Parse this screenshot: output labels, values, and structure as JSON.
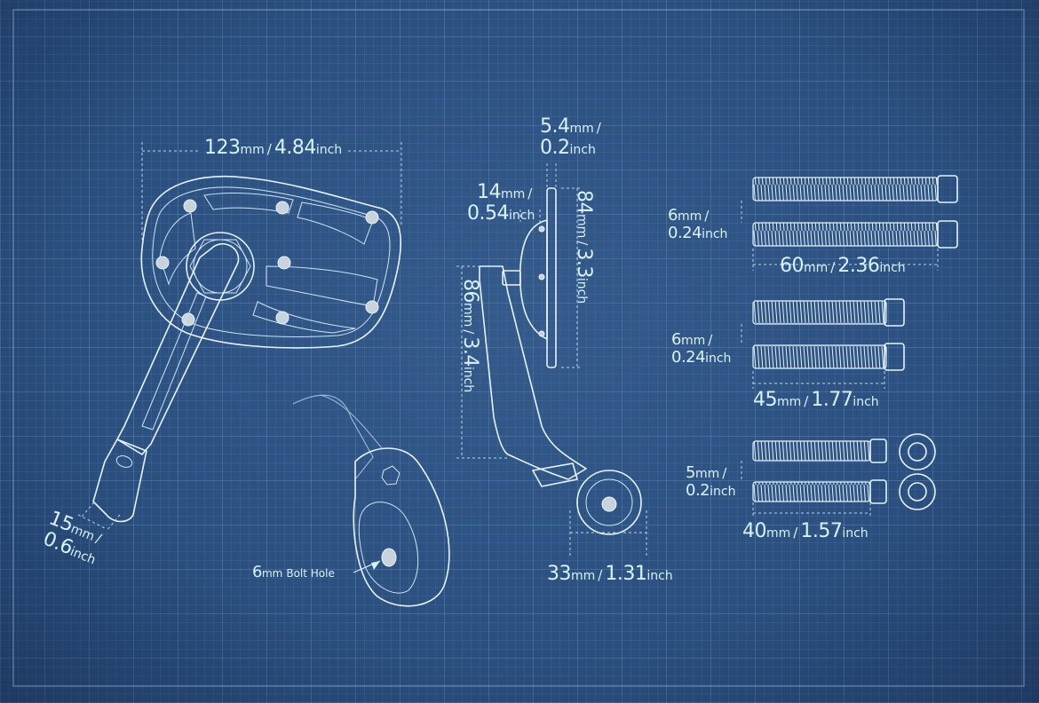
{
  "dimensions": {
    "mirror_width": {
      "mm": "123",
      "mm_unit": "mm",
      "sep": "/",
      "inch": "4.84",
      "inch_unit": "inch"
    },
    "arm_width": {
      "mm": "15",
      "mm_unit": "mm",
      "sep": "/",
      "inch": "0.6",
      "inch_unit": "inch"
    },
    "glass_thickness": {
      "mm": "5.4",
      "mm_unit": "mm",
      "sep": "/",
      "inch": "0.2",
      "inch_unit": "inch"
    },
    "housing_depth": {
      "mm": "14",
      "mm_unit": "mm",
      "sep": "/",
      "inch": "0.54",
      "inch_unit": "inch"
    },
    "mirror_height": {
      "mm": "84",
      "mm_unit": "mm",
      "sep": "/",
      "inch": "3.3",
      "inch_unit": "inch"
    },
    "arm_height": {
      "mm": "86",
      "mm_unit": "mm",
      "sep": "/",
      "inch": "3.4",
      "inch_unit": "inch"
    },
    "clamp_diameter": {
      "mm": "33",
      "mm_unit": "mm",
      "sep": "/",
      "inch": "1.31",
      "inch_unit": "inch"
    },
    "bolt_hole": {
      "mm": "6",
      "mm_unit": "mm",
      "text": "Bolt Hole"
    }
  },
  "bolts": [
    {
      "diameter": {
        "mm": "6",
        "mm_unit": "mm",
        "sep": "/",
        "inch": "0.24",
        "inch_unit": "inch"
      },
      "length": {
        "mm": "60",
        "mm_unit": "mm",
        "sep": "/",
        "inch": "2.36",
        "inch_unit": "inch"
      }
    },
    {
      "diameter": {
        "mm": "6",
        "mm_unit": "mm",
        "sep": "/",
        "inch": "0.24",
        "inch_unit": "inch"
      },
      "length": {
        "mm": "45",
        "mm_unit": "mm",
        "sep": "/",
        "inch": "1.77",
        "inch_unit": "inch"
      }
    },
    {
      "diameter": {
        "mm": "5",
        "mm_unit": "mm",
        "sep": "/",
        "inch": "0.2",
        "inch_unit": "inch"
      },
      "length": {
        "mm": "40",
        "mm_unit": "mm",
        "sep": "/",
        "inch": "1.57",
        "inch_unit": "inch"
      }
    }
  ],
  "colors": {
    "background": "#2b5080",
    "line": "#e6f2fb",
    "label": "#d9f1fb"
  }
}
